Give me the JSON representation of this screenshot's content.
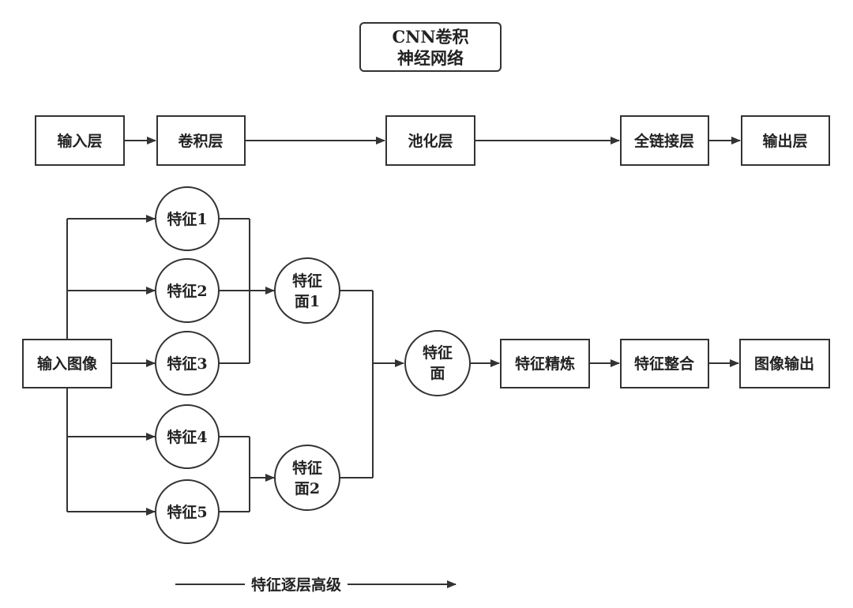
{
  "title": {
    "line1": "CNN卷积",
    "line2": "神经网络"
  },
  "pipeline": {
    "input": "输入层",
    "conv": "卷积层",
    "pool": "池化层",
    "fc": "全链接层",
    "output": "输出层"
  },
  "flow": {
    "input_image": "输入图像",
    "feature1": "特征1",
    "feature2": "特征2",
    "feature3": "特征3",
    "feature4": "特征4",
    "feature5": "特征5",
    "feature_map1": {
      "line1": "特征",
      "line2": "面1"
    },
    "feature_map2": {
      "line1": "特征",
      "line2": "面2"
    },
    "feature_map": {
      "line1": "特征",
      "line2": "面"
    },
    "refine": "特征精炼",
    "integrate": "特征整合",
    "image_output": "图像输出"
  },
  "progression": "特征逐层高级"
}
